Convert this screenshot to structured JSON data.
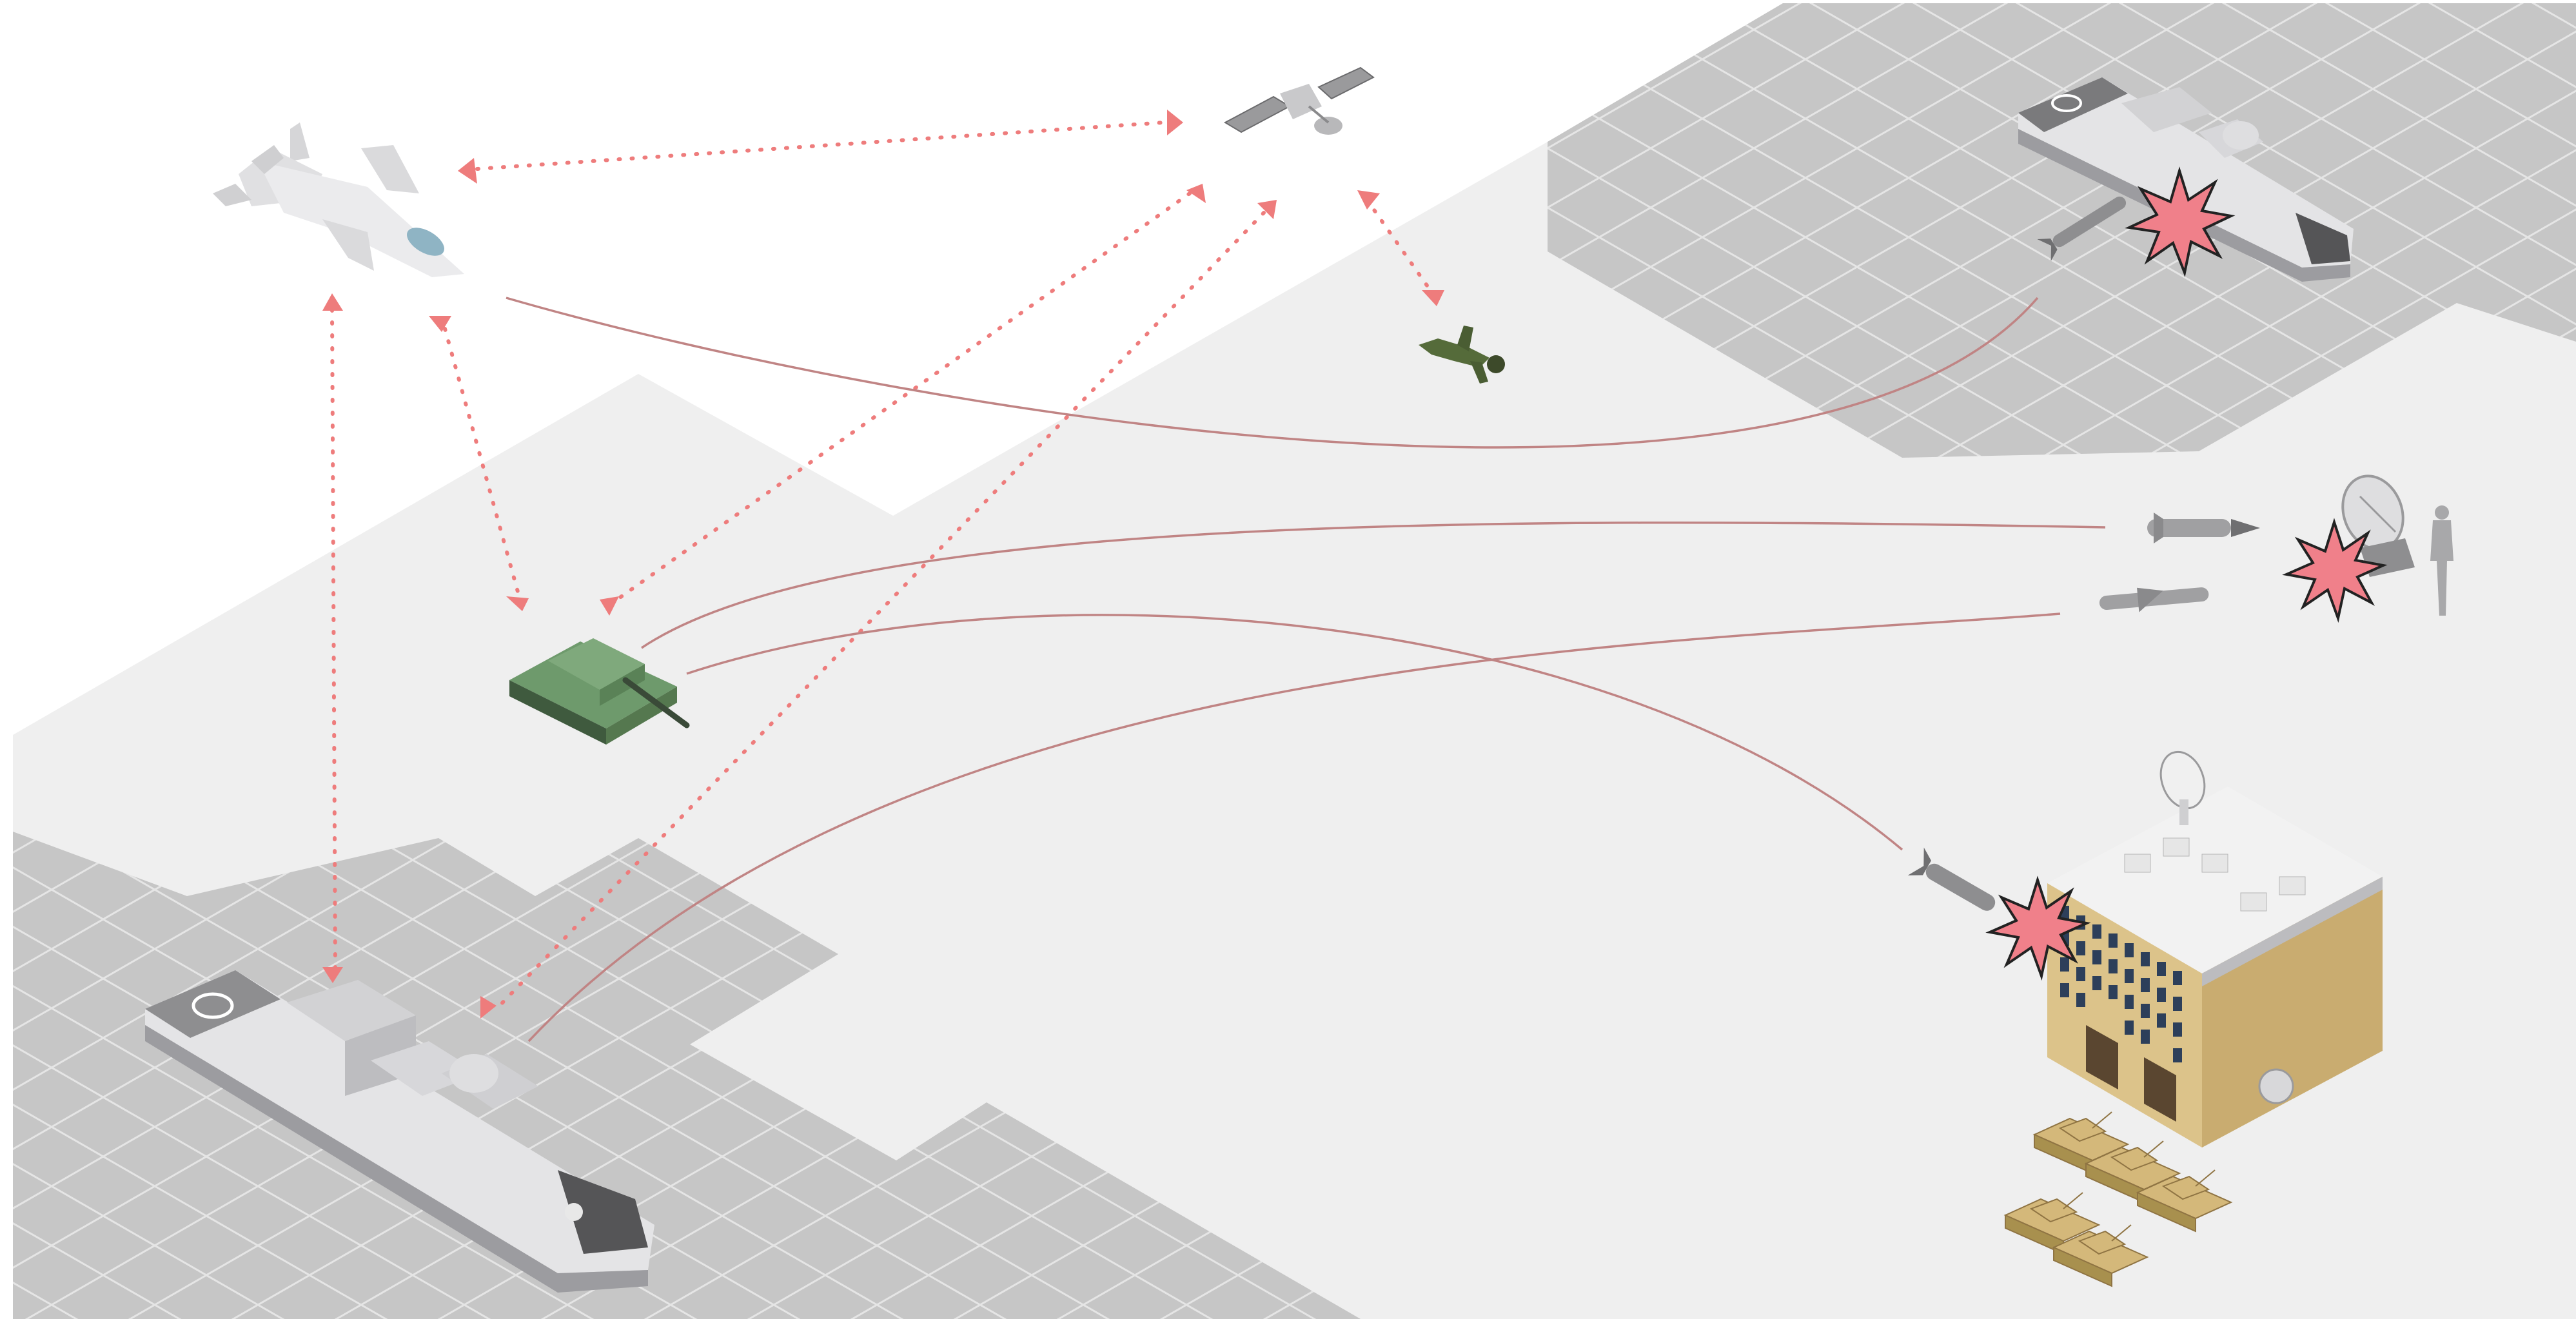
{
  "scene": {
    "description_note": "",
    "colors": {
      "background": "#ffffff",
      "land": "#efefef",
      "sea": "#c6c6c6",
      "grid": "#ffffff",
      "link": "#ee7c7c",
      "trajectory": "#c08484",
      "burst": "#f0808a",
      "hull": "#e4e4e6",
      "tank_green": "#6e9a6c",
      "building": "#dcc38a",
      "desert_tank": "#d4b87a",
      "soldier": "#556b3a"
    },
    "units": [
      {
        "id": "fighter-jet",
        "kind": "aircraft",
        "icon": "fighter-jet-icon"
      },
      {
        "id": "satellite",
        "kind": "space",
        "icon": "satellite-icon"
      },
      {
        "id": "parachutist",
        "kind": "infantry",
        "icon": "parachutist-icon"
      },
      {
        "id": "howitzer",
        "kind": "artillery",
        "icon": "self-propelled-howitzer-icon"
      },
      {
        "id": "friendly-frigate",
        "kind": "naval",
        "icon": "frigate-icon"
      },
      {
        "id": "enemy-frigate",
        "kind": "naval-target",
        "icon": "enemy-frigate-icon"
      },
      {
        "id": "radar-site",
        "kind": "ground-target",
        "icon": "radar-dish-icon"
      },
      {
        "id": "command-building",
        "kind": "ground-target",
        "icon": "building-icon"
      },
      {
        "id": "armor-group",
        "kind": "ground-target",
        "icon": "tank-group-icon"
      }
    ],
    "links": [
      {
        "from": "fighter-jet",
        "to": "satellite",
        "style": "dotted"
      },
      {
        "from": "fighter-jet",
        "to": "howitzer",
        "style": "dotted"
      },
      {
        "from": "fighter-jet",
        "to": "friendly-frigate",
        "style": "dotted"
      },
      {
        "from": "satellite",
        "to": "howitzer",
        "style": "dotted"
      },
      {
        "from": "satellite",
        "to": "friendly-frigate",
        "style": "dotted"
      },
      {
        "from": "satellite",
        "to": "parachutist",
        "style": "dotted"
      }
    ],
    "strikes": [
      {
        "from": "fighter-jet",
        "to": "enemy-frigate",
        "weapon": "missile-icon"
      },
      {
        "from": "howitzer",
        "to": "radar-site",
        "weapon": "missile-icon"
      },
      {
        "from": "howitzer",
        "to": "command-building",
        "weapon": "missile-icon"
      },
      {
        "from": "friendly-frigate",
        "to": "radar-site",
        "weapon": "cruise-missile-icon"
      }
    ]
  }
}
